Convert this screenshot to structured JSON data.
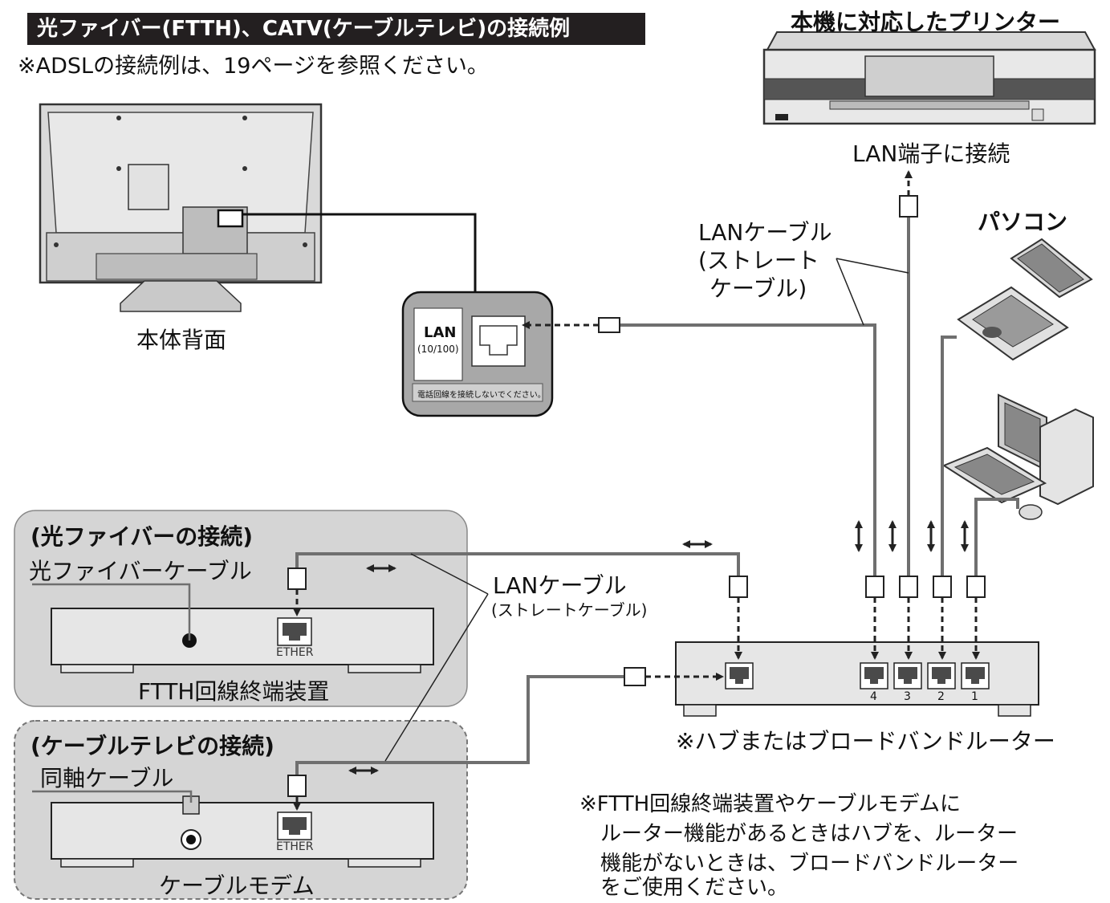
{
  "header": {
    "title": "光ファイバー(FTTH)、CATV(ケーブルテレビ)の接続例",
    "subtitle": "※ADSLの接続例は、19ページを参照ください。"
  },
  "labels": {
    "tv_back": "本体背面",
    "printer": "本機に対応したプリンター",
    "printer_port": "LAN端子に接続",
    "pc": "パソコン",
    "lan_cable_top_1": "LANケーブル",
    "lan_cable_top_2": "(ストレート",
    "lan_cable_top_3": "ケーブル)",
    "lan_port": "LAN",
    "lan_speed": "(10/100)",
    "lan_warning": "電話回線を接続しないでください。",
    "fiber_section": "(光ファイバーの接続)",
    "fiber_cable": "光ファイバーケーブル",
    "ether_1": "ETHER",
    "ftth_device": "FTTH回線終端装置",
    "lan_cable_mid_1": "LANケーブル",
    "lan_cable_mid_2": "(ストレートケーブル)",
    "catv_section": "(ケーブルテレビの接続)",
    "coax_cable": "同軸ケーブル",
    "ether_2": "ETHER",
    "cable_modem": "ケーブルモデム",
    "hub": "※ハブまたはブロードバンドルーター",
    "port_4": "4",
    "port_3": "3",
    "port_2": "2",
    "port_1": "1"
  },
  "note": {
    "line1": "※FTTH回線終端装置やケーブルモデムに",
    "line2": "ルーター機能があるときはハブを、ルーター",
    "line3": "機能がないときは、ブロードバンドルーター",
    "line4": "をご使用ください。"
  },
  "colors": {
    "title_bg": "#231f20",
    "panel": "#d5d5d5",
    "cable": "#6f6f6f",
    "device": "#e6e6e6",
    "port": "#4a4a4a"
  }
}
